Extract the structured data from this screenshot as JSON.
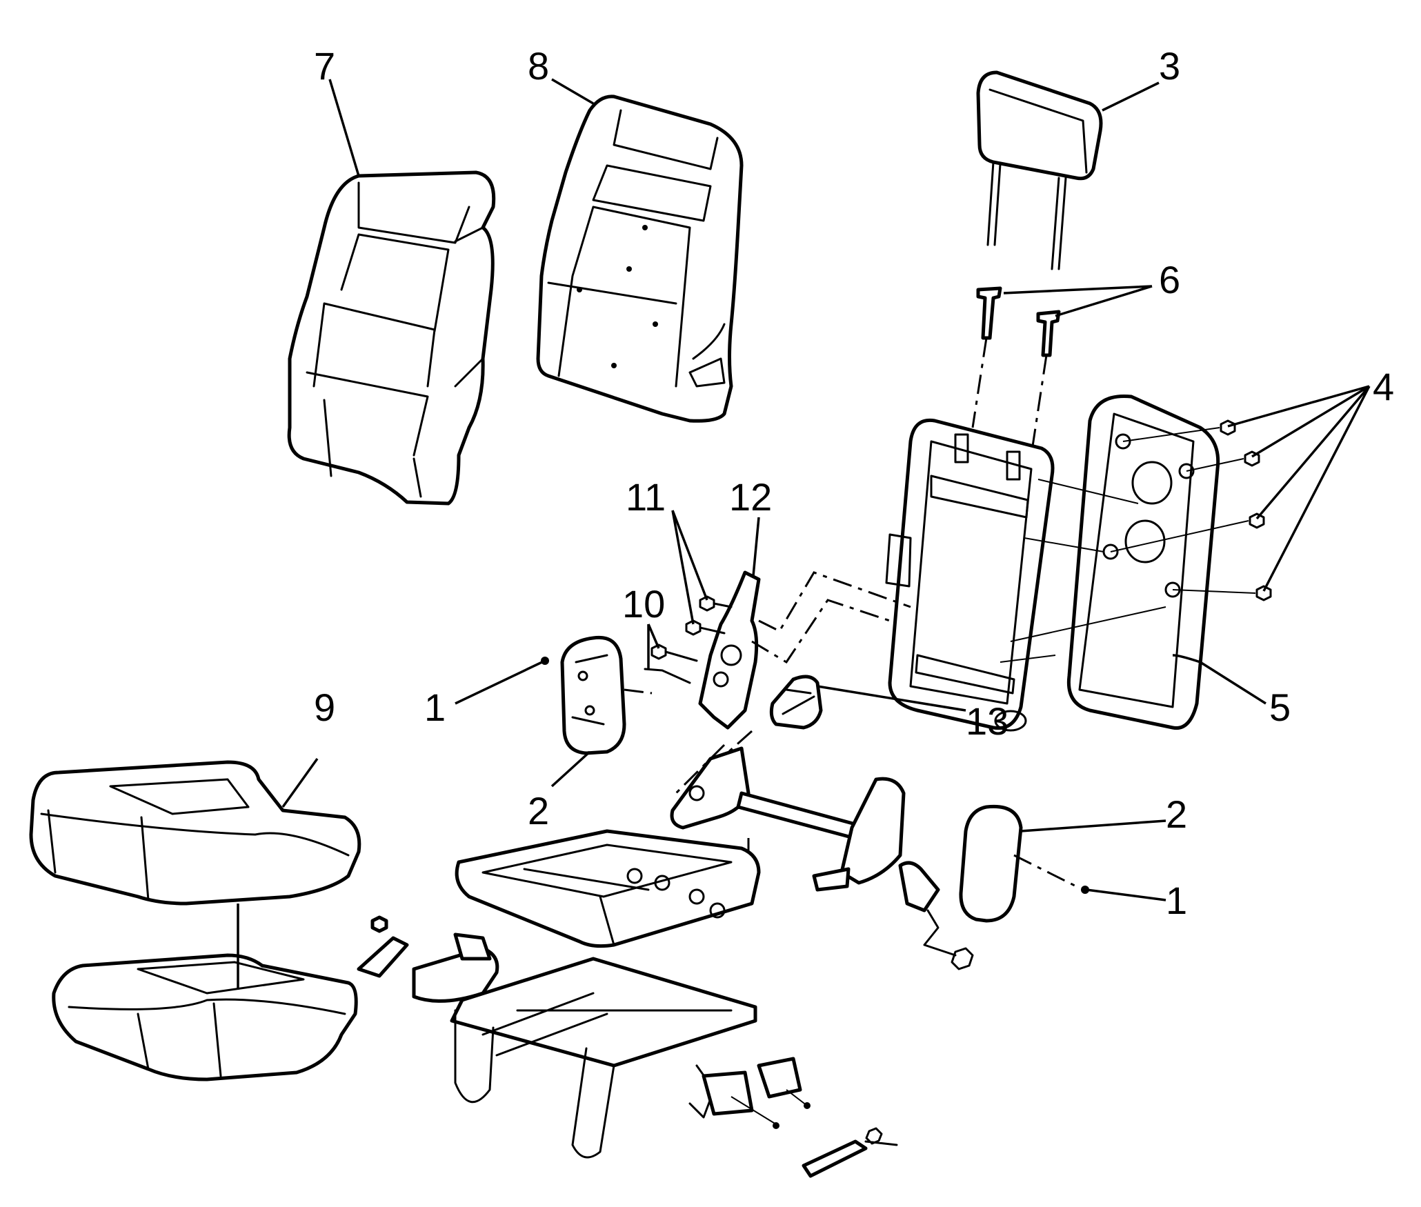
{
  "callouts": {
    "c1_left": "1",
    "c1_right": "1",
    "c2_left": "2",
    "c2_right": "2",
    "c3": "3",
    "c4": "4",
    "c5": "5",
    "c6": "6",
    "c7": "7",
    "c8": "8",
    "c9": "9",
    "c10": "10",
    "c11": "11",
    "c12": "12",
    "c13": "13"
  }
}
